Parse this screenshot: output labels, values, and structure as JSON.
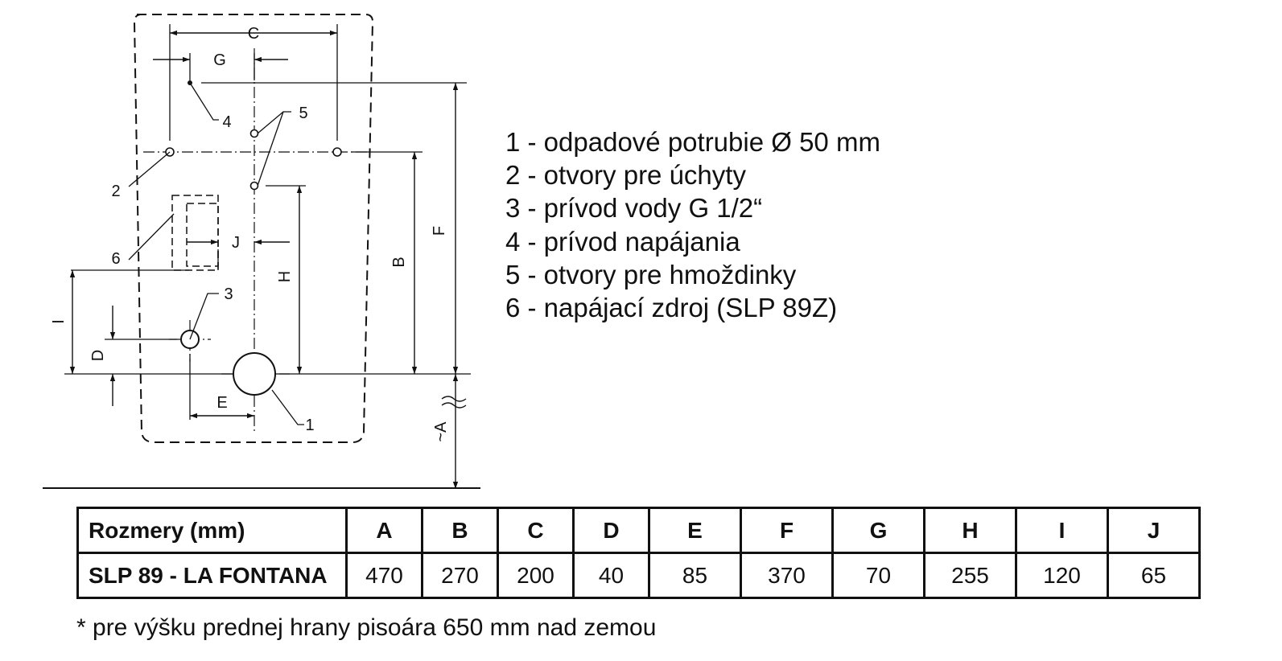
{
  "diagram": {
    "labels": {
      "C": "C",
      "G": "G",
      "F": "F",
      "B": "B",
      "H": "H",
      "I": "I",
      "D": "D",
      "E": "E",
      "J": "J",
      "A": "~A",
      "n1": "1",
      "n2": "2",
      "n3": "3",
      "n4": "4",
      "n5": "5",
      "n6": "6"
    }
  },
  "legend": [
    "1 - odpadové potrubie Ø 50 mm",
    "2 - otvory pre úchyty",
    "3 - prívod vody G 1/2“",
    "4 - prívod napájania",
    "5 - otvory pre hmoždinky",
    "6 - napájací zdroj (SLP 89Z)"
  ],
  "table": {
    "header_label": "Rozmery (mm)",
    "columns": [
      "A",
      "B",
      "C",
      "D",
      "E",
      "F",
      "G",
      "H",
      "I",
      "J"
    ],
    "row_label": "SLP 89 - LA FONTANA",
    "values": [
      "470",
      "270",
      "200",
      "40",
      "85",
      "370",
      "70",
      "255",
      "120",
      "65"
    ]
  },
  "footnote": "* pre výšku prednej hrany pisoára 650 mm nad zemou"
}
